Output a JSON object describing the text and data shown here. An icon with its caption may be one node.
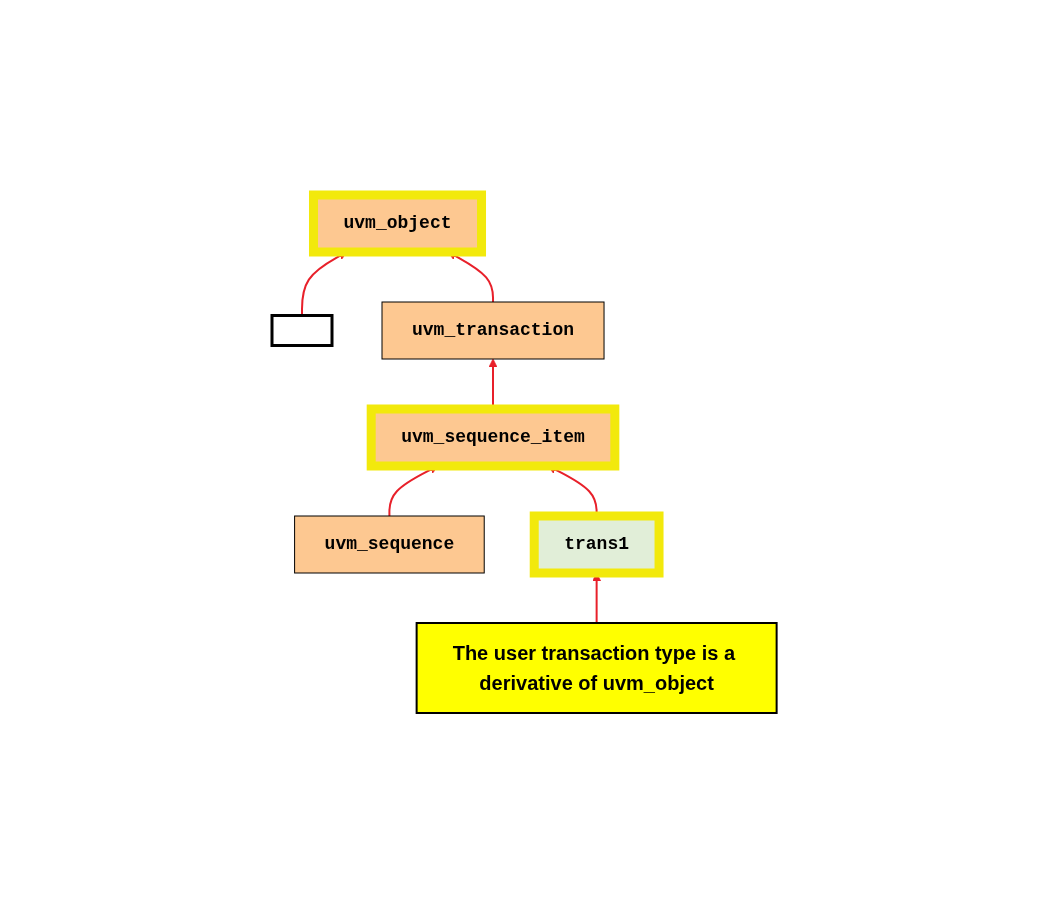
{
  "diagram": {
    "nodes": [
      {
        "text": [],
        "shape": "box"
      },
      {
        "text": [
          "uvm_object"
        ]
      },
      {
        "text": [
          "uvm_transaction"
        ]
      },
      {
        "text": [
          "uvm_sequence_item"
        ]
      },
      {
        "text": [
          "uvm_sequence"
        ]
      },
      {
        "text": [
          "trans1"
        ]
      },
      {
        "text": [
          "The user transaction type is a derivative of uvm_object"
        ]
      }
    ],
    "edges": [
      {
        "from": 0,
        "to": 1,
        "arrow": "to"
      },
      {
        "from": 2,
        "to": 1,
        "arrow": "to"
      },
      {
        "from": 3,
        "to": 2,
        "arrow": "to"
      },
      {
        "from": 4,
        "to": 3,
        "arrow": "to"
      },
      {
        "from": 5,
        "to": 3,
        "arrow": "to"
      },
      {
        "from": 6,
        "to": 5,
        "arrow": "to"
      }
    ]
  }
}
